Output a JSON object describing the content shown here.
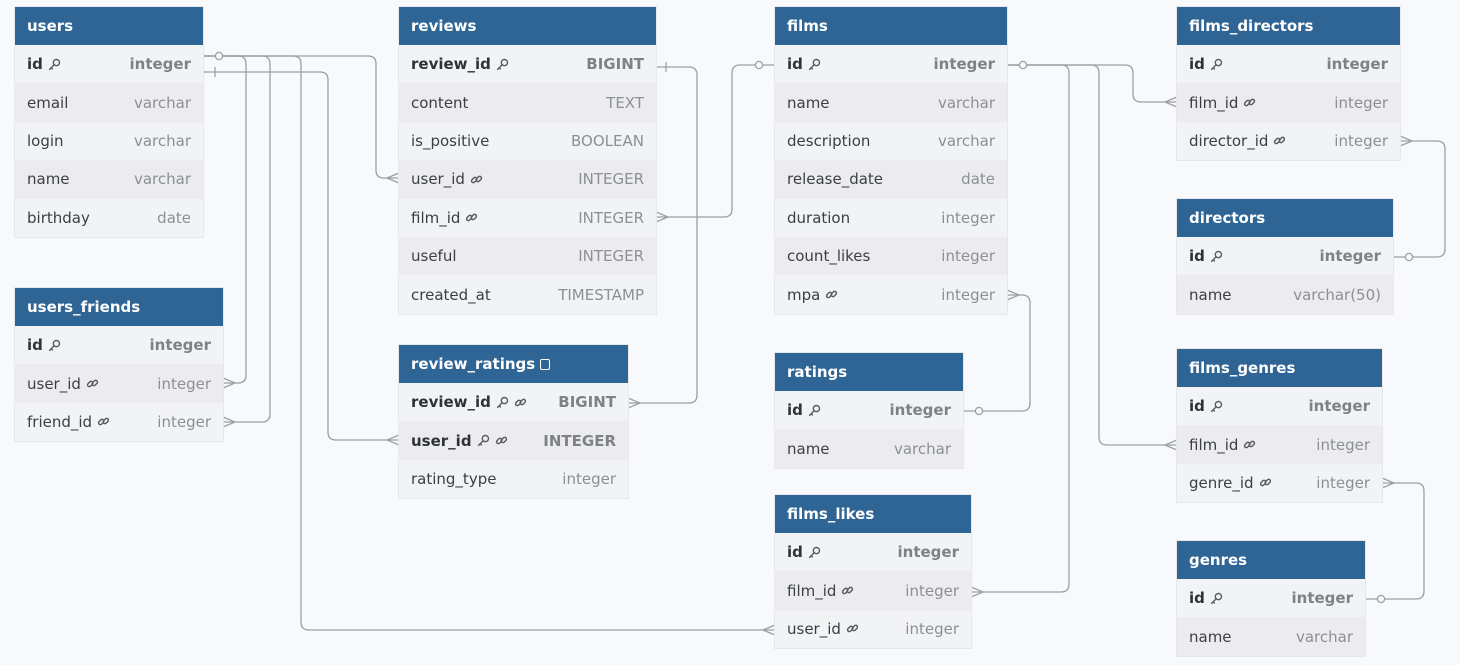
{
  "tables": [
    {
      "id": "users",
      "name": "users",
      "fields": [
        {
          "name": "id",
          "type": "integer",
          "pk": true
        },
        {
          "name": "email",
          "type": "varchar"
        },
        {
          "name": "login",
          "type": "varchar"
        },
        {
          "name": "name",
          "type": "varchar"
        },
        {
          "name": "birthday",
          "type": "date"
        }
      ]
    },
    {
      "id": "users_friends",
      "name": "users_friends",
      "fields": [
        {
          "name": "id",
          "type": "integer",
          "pk": true
        },
        {
          "name": "user_id",
          "type": "integer",
          "fk": true
        },
        {
          "name": "friend_id",
          "type": "integer",
          "fk": true
        }
      ]
    },
    {
      "id": "reviews",
      "name": "reviews",
      "fields": [
        {
          "name": "review_id",
          "type": "BIGINT",
          "pk": true
        },
        {
          "name": "content",
          "type": "TEXT"
        },
        {
          "name": "is_positive",
          "type": "BOOLEAN"
        },
        {
          "name": "user_id",
          "type": "INTEGER",
          "fk": true
        },
        {
          "name": "film_id",
          "type": "INTEGER",
          "fk": true
        },
        {
          "name": "useful",
          "type": "INTEGER"
        },
        {
          "name": "created_at",
          "type": "TIMESTAMP"
        }
      ]
    },
    {
      "id": "review_ratings",
      "name": "review_ratings",
      "note": true,
      "fields": [
        {
          "name": "review_id",
          "type": "BIGINT",
          "pk": true,
          "fk": true
        },
        {
          "name": "user_id",
          "type": "INTEGER",
          "pk": true,
          "fk": true
        },
        {
          "name": "rating_type",
          "type": "integer"
        }
      ]
    },
    {
      "id": "films",
      "name": "films",
      "fields": [
        {
          "name": "id",
          "type": "integer",
          "pk": true
        },
        {
          "name": "name",
          "type": "varchar"
        },
        {
          "name": "description",
          "type": "varchar"
        },
        {
          "name": "release_date",
          "type": "date"
        },
        {
          "name": "duration",
          "type": "integer"
        },
        {
          "name": "count_likes",
          "type": "integer"
        },
        {
          "name": "mpa",
          "type": "integer",
          "fk": true
        }
      ]
    },
    {
      "id": "ratings",
      "name": "ratings",
      "fields": [
        {
          "name": "id",
          "type": "integer",
          "pk": true
        },
        {
          "name": "name",
          "type": "varchar"
        }
      ]
    },
    {
      "id": "films_likes",
      "name": "films_likes",
      "fields": [
        {
          "name": "id",
          "type": "integer",
          "pk": true
        },
        {
          "name": "film_id",
          "type": "integer",
          "fk": true
        },
        {
          "name": "user_id",
          "type": "integer",
          "fk": true
        }
      ]
    },
    {
      "id": "films_directors",
      "name": "films_directors",
      "fields": [
        {
          "name": "id",
          "type": "integer",
          "pk": true
        },
        {
          "name": "film_id",
          "type": "integer",
          "fk": true
        },
        {
          "name": "director_id",
          "type": "integer",
          "fk": true
        }
      ]
    },
    {
      "id": "directors",
      "name": "directors",
      "fields": [
        {
          "name": "id",
          "type": "integer",
          "pk": true
        },
        {
          "name": "name",
          "type": "varchar(50)"
        }
      ]
    },
    {
      "id": "films_genres",
      "name": "films_genres",
      "fields": [
        {
          "name": "id",
          "type": "integer",
          "pk": true
        },
        {
          "name": "film_id",
          "type": "integer",
          "fk": true
        },
        {
          "name": "genre_id",
          "type": "integer",
          "fk": true
        }
      ]
    },
    {
      "id": "genres",
      "name": "genres",
      "fields": [
        {
          "name": "id",
          "type": "integer",
          "pk": true
        },
        {
          "name": "name",
          "type": "varchar"
        }
      ]
    }
  ],
  "relations": [
    {
      "from": "users.id",
      "to": "users_friends.user_id",
      "kind": "one-to-many"
    },
    {
      "from": "users.id",
      "to": "users_friends.friend_id",
      "kind": "one-to-many"
    },
    {
      "from": "users.id",
      "to": "reviews.user_id",
      "kind": "one-to-many"
    },
    {
      "from": "users.id",
      "to": "review_ratings.user_id",
      "kind": "one-to-many"
    },
    {
      "from": "users.id",
      "to": "films_likes.user_id",
      "kind": "one-to-many"
    },
    {
      "from": "reviews.review_id",
      "to": "review_ratings.review_id",
      "kind": "one-to-many"
    },
    {
      "from": "films.id",
      "to": "reviews.film_id",
      "kind": "one-to-many"
    },
    {
      "from": "films.id",
      "to": "films_directors.film_id",
      "kind": "one-to-many"
    },
    {
      "from": "films.id",
      "to": "films_genres.film_id",
      "kind": "one-to-many"
    },
    {
      "from": "films.id",
      "to": "films_likes.film_id",
      "kind": "one-to-many"
    },
    {
      "from": "ratings.id",
      "to": "films.mpa",
      "kind": "one-to-many"
    },
    {
      "from": "directors.id",
      "to": "films_directors.director_id",
      "kind": "one-to-many"
    },
    {
      "from": "genres.id",
      "to": "films_genres.genre_id",
      "kind": "one-to-many"
    }
  ],
  "icons": {
    "primary_key": "key-icon",
    "foreign_key": "link-icon",
    "note": "note-icon"
  },
  "colors": {
    "header": "#2f6595",
    "header_text": "#ffffff",
    "line": "#9aa0a6",
    "background": "#f8f9fa"
  }
}
